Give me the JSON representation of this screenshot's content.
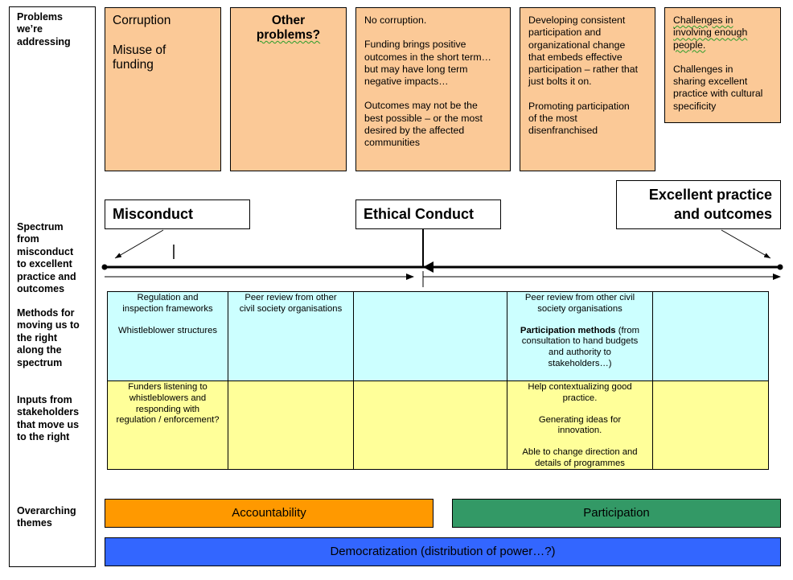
{
  "row_labels": {
    "problems": [
      "Problems",
      "we’re",
      "addressing"
    ],
    "spectrum": [
      "Spectrum",
      "from",
      "misconduct",
      "to excellent",
      "practice and",
      "outcomes"
    ],
    "methods": [
      "Methods for",
      "moving us to",
      "the right",
      "along the",
      "spectrum"
    ],
    "inputs": [
      "Inputs from",
      "stakeholders",
      "that move us",
      "to the right"
    ],
    "themes": [
      "Overarching",
      "themes"
    ]
  },
  "problems": {
    "card1": {
      "line1": "Corruption",
      "line2": "Misuse of",
      "line3": "funding"
    },
    "card2": {
      "line1": "Other",
      "line2": "problems?"
    },
    "card3": {
      "p1": "No corruption.",
      "p2": [
        "Funding brings positive",
        "outcomes in the short term…",
        "but may have long term",
        "negative impacts…"
      ],
      "p3": [
        "Outcomes may not be the",
        "best possible – or the most",
        "desired by the affected",
        "communities"
      ]
    },
    "card4": {
      "p1": [
        "Developing consistent",
        "participation and",
        "organizational change",
        "that embeds effective",
        "participation – rather that",
        "just bolts it on."
      ],
      "p2": [
        "Promoting participation",
        "of the most",
        "disenfranchised"
      ]
    },
    "card5": {
      "p1": [
        "Challenges in",
        "involving enough",
        "people."
      ],
      "p2": [
        "Challenges in",
        "sharing excellent",
        "practice with cultural",
        "specificity"
      ]
    }
  },
  "spectrum": {
    "misconduct": "Misconduct",
    "ethical": "Ethical Conduct",
    "excellent_line1": "Excellent practice",
    "excellent_line2": "and outcomes"
  },
  "methods": {
    "col1": {
      "l1": "Regulation and",
      "l2": "inspection frameworks",
      "l3": "Whistleblower structures"
    },
    "col2": {
      "l1": "Peer review from other",
      "l2": "civil society organisations"
    },
    "col4": {
      "l1": "Peer review from other civil",
      "l2": "society organisations",
      "bold": "Participation methods",
      "l3": " (from",
      "l4": "consultation to hand budgets",
      "l5": "and authority to",
      "l6": "stakeholders…)"
    }
  },
  "inputs": {
    "col1": {
      "l1": "Funders listening to",
      "l2": "whistleblowers and",
      "l3": "responding with",
      "l4": "regulation / enforcement?"
    },
    "col4": {
      "l1": "Help contextualizing good",
      "l2": "practice.",
      "l3": "Generating ideas for",
      "l4": "innovation.",
      "l5": "Able to change direction and",
      "l6": "details of programmes"
    }
  },
  "themes": {
    "accountability": "Accountability",
    "participation": "Participation",
    "democratization": "Democratization (distribution of power…?)"
  },
  "colors": {
    "problem_card": "#fbc997",
    "methods_row": "#ccffff",
    "inputs_row": "#ffff99",
    "accountability": "#ff9900",
    "participation": "#339966",
    "democratization": "#3366ff"
  }
}
